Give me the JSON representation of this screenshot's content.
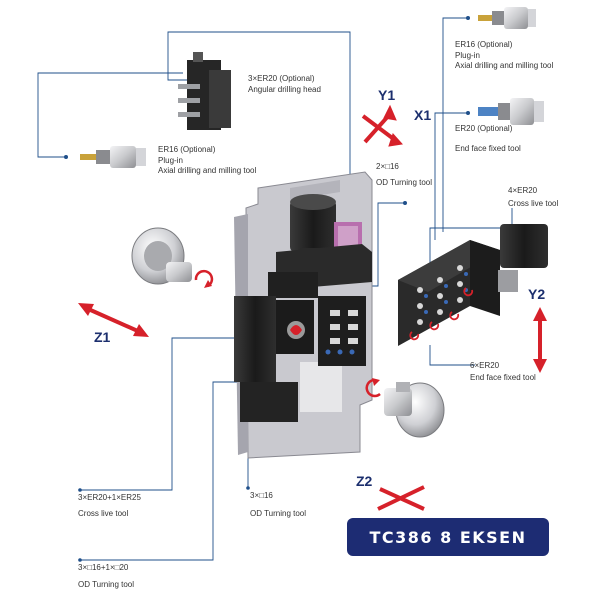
{
  "labels": {
    "angular_head": [
      "3×ER20 (Optional)",
      "Angular drilling head"
    ],
    "er16_left": [
      "ER16 (Optional)",
      "Plug-in",
      "Axial drilling and milling tool"
    ],
    "er16_right": [
      "ER16 (Optional)",
      "Plug-in",
      "Axial drilling and milling tool"
    ],
    "er20_right": [
      "ER20 (Optional)",
      "End face fixed tool"
    ],
    "od_2x16": [
      "2×□16",
      "OD Turning tool"
    ],
    "cross_4er20": [
      "4×ER20",
      "Cross live tool"
    ],
    "end_6er20": [
      "6×ER20",
      "End face fixed tool"
    ],
    "cross_3er20": [
      "3×ER20+1×ER25",
      "Cross live tool"
    ],
    "od_3x16": [
      "3×□16",
      "OD Turning tool"
    ],
    "od_3x16_20": [
      "3×□16+1×□20",
      "OD Turning tool"
    ]
  },
  "axes": {
    "y1": "Y1",
    "x1": "X1",
    "z1": "Z1",
    "y2": "Y2",
    "z2": "Z2"
  },
  "badge": "TC386 8 EKSEN",
  "colors": {
    "leader": "#1f4f8a",
    "arrow": "#d6212a",
    "body": "#1c1c1c",
    "plate": "#c9c9cf",
    "badge_bg": "#1d2c73",
    "axis_text": "#1c2f6e"
  }
}
